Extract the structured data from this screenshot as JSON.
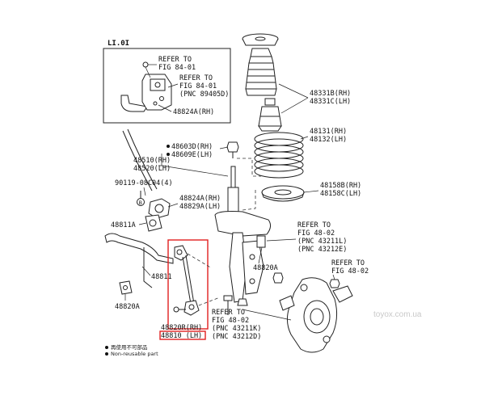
{
  "diagram": {
    "inset_code": "LI.0I",
    "labels": {
      "refer_fig_84_01_a": [
        "REFER TO",
        "FIG 84-01"
      ],
      "refer_fig_84_01_b": [
        "REFER TO",
        "FIG 84-01",
        "(PNC 89405D)"
      ],
      "p48824a_rh_inset": "48824A(RH)",
      "p48331": [
        "48331B(RH)",
        "48331C(LH)"
      ],
      "p48603": [
        "48603D(RH)",
        "48609E(LH)"
      ],
      "p48131": [
        "48131(RH)",
        "48132(LH)"
      ],
      "p48510": [
        "48510(RH)",
        "48520(LH)"
      ],
      "p48158": [
        "48158B(RH)",
        "48158C(LH)"
      ],
      "p90119": "90119-08C04(4)",
      "p48824a": [
        "48824A(RH)",
        "48829A(LH)"
      ],
      "p48811a": "48811A",
      "p48811": "48811",
      "p48820a_right": "48820A",
      "p48820a_left": "48820A",
      "refer_fig_48_02_a": [
        "REFER TO",
        "FIG 48-02",
        "(PNC 43211L)",
        "(PNC 43212E)"
      ],
      "refer_fig_48_02_b": [
        "REFER TO",
        "FIG 48-02"
      ],
      "refer_fig_48_02_c": [
        "REFER TO",
        "FIG 48-02",
        "(PNC 43211K)",
        "(PNC 43212D)"
      ],
      "p48820r": [
        "48820R(RH)",
        "48810  (LH)"
      ]
    },
    "legend": {
      "reusable_cn": "再使用不可部品",
      "nonreusable_en": "Non-reusable part"
    },
    "watermark": "toyox.com.ua",
    "highlight_color": "#e02020"
  }
}
